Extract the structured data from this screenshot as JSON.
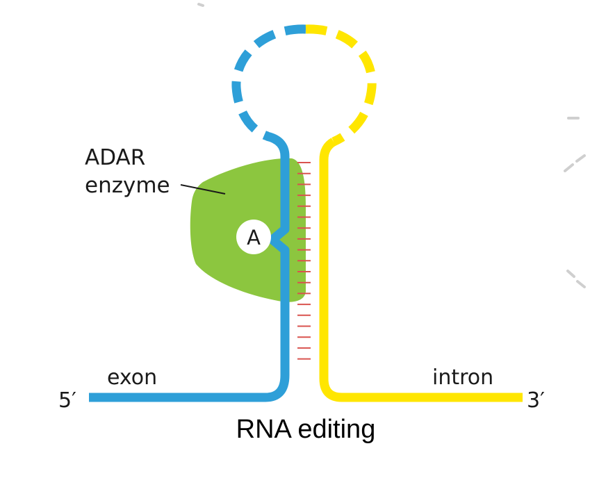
{
  "labels": {
    "enzyme_line1": "ADAR",
    "enzyme_line2": "enzyme",
    "exon": "exon",
    "intron": "intron",
    "five_prime": "5′",
    "three_prime": "3′",
    "adenosine": "A",
    "caption": "RNA editing"
  },
  "colors": {
    "exon_strand": "#2e9fd8",
    "intron_strand": "#ffe600",
    "enzyme": "#8cc63f",
    "base_pair_ticks": "#d9534f",
    "decorative_dashes": "#cfcfcf"
  }
}
